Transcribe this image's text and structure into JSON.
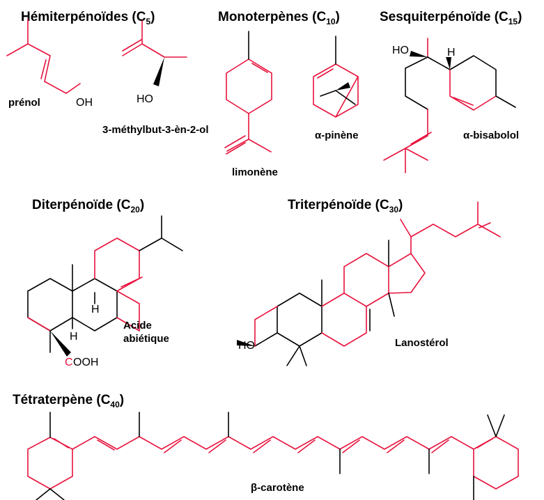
{
  "sections": {
    "hemi": {
      "title": "Hémiterpénoïdes (C",
      "sub": "5",
      "close": ")"
    },
    "mono": {
      "title": "Monoterpènes (C",
      "sub": "10",
      "close": ")"
    },
    "sesqui": {
      "title": "Sesquiterpénoïde (C",
      "sub": "15",
      "close": ")"
    },
    "di": {
      "title": "Diterpénoïde (C",
      "sub": "20",
      "close": ")"
    },
    "tri": {
      "title": "Triterpénoïde (C",
      "sub": "30",
      "close": ")"
    },
    "tetra": {
      "title": "Tétraterpène (C",
      "sub": "40",
      "close": ")"
    }
  },
  "molecules": {
    "prenol": "prénol",
    "methylbutenol": "3-méthylbut-3-èn-2-ol",
    "limonene": "limonène",
    "pinene": "α-pinène",
    "bisabolol": "α-bisabolol",
    "abietic_1": "Acide",
    "abietic_2": "abiétique",
    "lanosterol": "Lanostérol",
    "carotene": "β-carotène"
  },
  "atoms": {
    "oh": "OH",
    "ho": "HO",
    "h": "H",
    "c": "C",
    "ooh": "OOH"
  },
  "colors": {
    "bond": "#e8123c",
    "text": "#000000"
  }
}
